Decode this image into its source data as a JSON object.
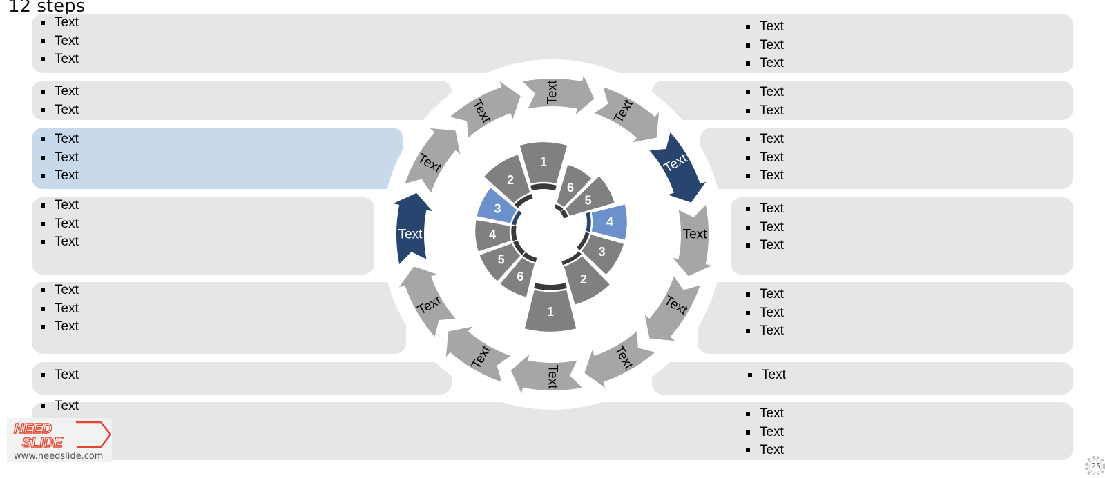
{
  "title": "12 steps",
  "panels": [
    {
      "id": "lp1",
      "items": [
        "Text",
        "Text",
        "Text"
      ]
    },
    {
      "id": "lp2",
      "items": [
        "Text",
        "Text"
      ]
    },
    {
      "id": "lp3",
      "items": [
        "Text",
        "Text",
        "Text"
      ]
    },
    {
      "id": "lp4",
      "items": [
        "Text",
        "Text",
        "Text"
      ]
    },
    {
      "id": "lp5",
      "items": [
        "Text",
        "Text",
        "Text"
      ]
    },
    {
      "id": "lp6",
      "items": [
        "Text"
      ]
    },
    {
      "id": "lp7",
      "items": [
        "Text"
      ]
    },
    {
      "id": "rp1",
      "items": [
        "Text",
        "Text",
        "Text"
      ]
    },
    {
      "id": "rp2",
      "items": [
        "Text",
        "Text"
      ]
    },
    {
      "id": "rp3",
      "items": [
        "Text",
        "Text",
        "Text"
      ]
    },
    {
      "id": "rp4",
      "items": [
        "Text",
        "Text",
        "Text"
      ]
    },
    {
      "id": "rp5",
      "items": [
        "Text",
        "Text",
        "Text"
      ]
    },
    {
      "id": "rp6",
      "items": [
        "Text"
      ]
    },
    {
      "id": "rp7",
      "items": [
        "Text",
        "Text",
        "Text"
      ]
    }
  ],
  "ring_labels": [
    "Text",
    "Text",
    "Text",
    "Text",
    "Text",
    "Text",
    "Text",
    "Text",
    "Text",
    "Text",
    "Text",
    "Text"
  ],
  "left_segments": [
    "1",
    "2",
    "3",
    "4",
    "5",
    "6"
  ],
  "right_segments": [
    "1",
    "2",
    "3",
    "4",
    "5",
    "6"
  ],
  "colors": {
    "panel": "#e6e6e6",
    "panel_highlight": "#c9d9ec",
    "arrow": "#a6a6a6",
    "arrow_highlight": "#27456e",
    "segment": "#808080",
    "segment_highlight": "#6a91cc",
    "rim": "#3a3a3a"
  },
  "logo": {
    "line1": "NEED",
    "line2": "SLIDE",
    "url": "www.needslide.com"
  },
  "page_number": "25"
}
